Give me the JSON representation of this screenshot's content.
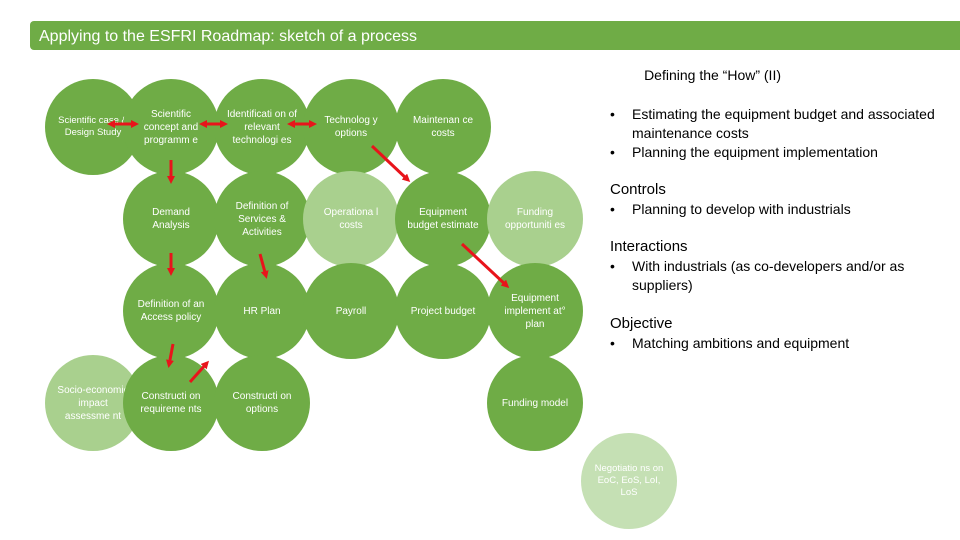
{
  "header": {
    "title": "Applying to the ESFRI Roadmap: sketch of a process"
  },
  "subtitle": "Defining the “How” (II)",
  "nodes": {
    "scientific_case": "Scientific case & Design Study",
    "scientific_concept": "Scientific concept and programm e",
    "identification": "Identificati on of relevant technologi es",
    "technology_options": "Technolog y options",
    "maintenance_costs": "Maintenan ce costs",
    "demand_analysis": "Demand Analysis",
    "definition_services": "Definition of Services & Activities",
    "operational_costs": "Operationa l costs",
    "equipment_budget": "Equipment budget estimate",
    "funding_opportunities": "Funding opportuniti es",
    "access_policy": "Definition of an Access policy",
    "hr_plan": "HR Plan",
    "payroll": "Payroll",
    "project_budget": "Project budget",
    "equipment_plan": "Equipment implement at° plan",
    "socio_economic": "Socio-economic impact assessme nt",
    "construction_requirements": "Constructi on requireme nts",
    "construction_options": "Constructi on options",
    "funding_model": "Funding model",
    "negotiations": "Negotiatio ns on EoC, EoS, LoI, LoS"
  },
  "panel": {
    "intro_bullets": [
      "Estimating the equipment budget and associated maintenance costs",
      "Planning the equipment implementation"
    ],
    "controls_title": "Controls",
    "controls_bullets": [
      "Planning to develop with industrials"
    ],
    "interactions_title": "Interactions",
    "interactions_bullets": [
      "With industrials (as co-developers and/or as suppliers)"
    ],
    "objective_title": "Objective",
    "objective_bullets": [
      "Matching ambitions and equipment"
    ],
    "bullet_symbol": "•"
  },
  "colors": {
    "dark_green": "#6fac46",
    "light_green": "#a9d08e",
    "pale_green": "#c5e0b4",
    "arrow_red": "#e8141b"
  }
}
